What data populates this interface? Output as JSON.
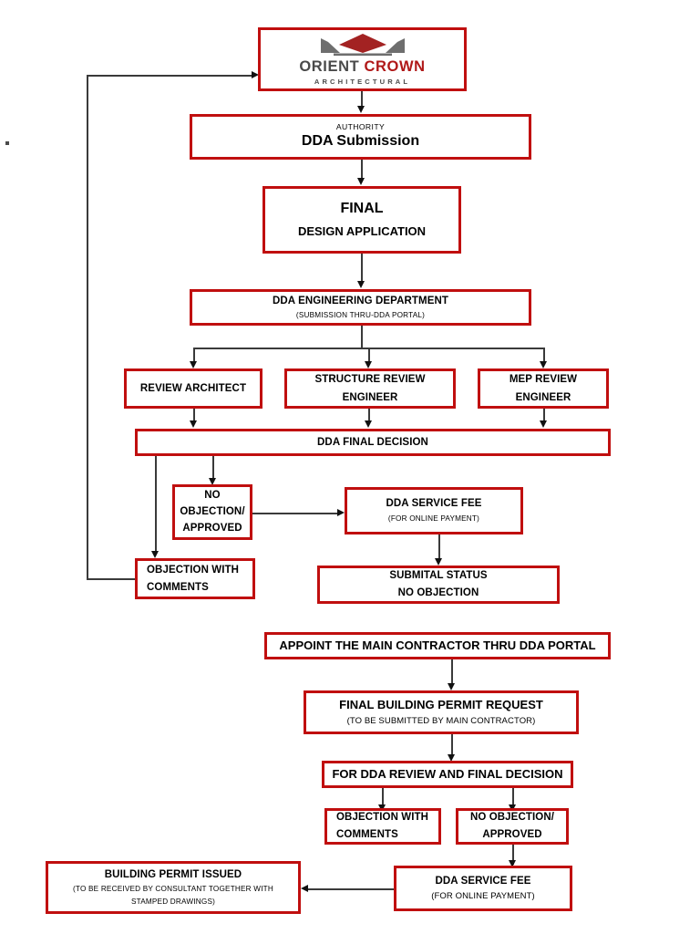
{
  "page": {
    "title": "DDA Submission Process Flowchart",
    "background_color": "#ffffff",
    "box_border_color": "#c00f0f",
    "connector_color": "#3a3a3a",
    "text_color": "#000000"
  },
  "logo": {
    "name": "Orient Crown Architectural",
    "word1": "ORIENT",
    "word2": "CROWN",
    "tagline": "ARCHITECTURAL",
    "word1_color": "#4a4a4a",
    "word2_color": "#b01818",
    "crown_center_color": "#a32222",
    "crown_wing_color": "#6e6e6e"
  },
  "nodes": {
    "dda_submission": {
      "line1": "AUTHORITY",
      "line2": "DDA Submission"
    },
    "final_design_application": {
      "line1": "FINAL",
      "line2": "DESIGN APPLICATION"
    },
    "dda_engineering_department": {
      "line1": "DDA ENGINEERING DEPARTMENT",
      "line2": "(SUBMISSION THRU-DDA PORTAL)"
    },
    "review_architect": {
      "line1": "REVIEW ARCHITECT"
    },
    "structure_review": {
      "line1": "STRUCTURE REVIEW",
      "line2": "ENGINEER"
    },
    "mep_review": {
      "line1": "MEP REVIEW",
      "line2": "ENGINEER"
    },
    "dda_final_decision": {
      "line1": "DDA FINAL DECISION"
    },
    "no_objection_approved_1": {
      "line1": "NO",
      "line2": "OBJECTION/",
      "line3": "APPROVED"
    },
    "dda_service_fee_1": {
      "line1": "DDA SERVICE FEE",
      "line2": "(FOR ONLINE PAYMENT)"
    },
    "objection_with_comments_1": {
      "line1": "OBJECTION WITH",
      "line2": "COMMENTS"
    },
    "submital_status": {
      "line1": "SUBMITAL STATUS",
      "line2": "NO OBJECTION"
    },
    "appoint_main_contractor": {
      "line1": "APPOINT THE MAIN CONTRACTOR THRU DDA PORTAL"
    },
    "final_building_permit_request": {
      "line1": "FINAL BUILDING PERMIT REQUEST",
      "line2": "(TO BE SUBMITTED BY MAIN CONTRACTOR)"
    },
    "for_dda_review_final_decision": {
      "line1": "FOR DDA REVIEW AND FINAL DECISION"
    },
    "objection_with_comments_2": {
      "line1": "OBJECTION WITH",
      "line2": "COMMENTS"
    },
    "no_objection_approved_2": {
      "line1": "NO OBJECTION/",
      "line2": "APPROVED"
    },
    "dda_service_fee_2": {
      "line1": "DDA SERVICE FEE",
      "line2": "(FOR ONLINE PAYMENT)"
    },
    "building_permit_issued": {
      "line1": "BUILDING PERMIT ISSUED",
      "line2": "(TO BE RECEIVED BY CONSULTANT TOGETHER WITH",
      "line3": "STAMPED DRAWINGS)"
    }
  }
}
